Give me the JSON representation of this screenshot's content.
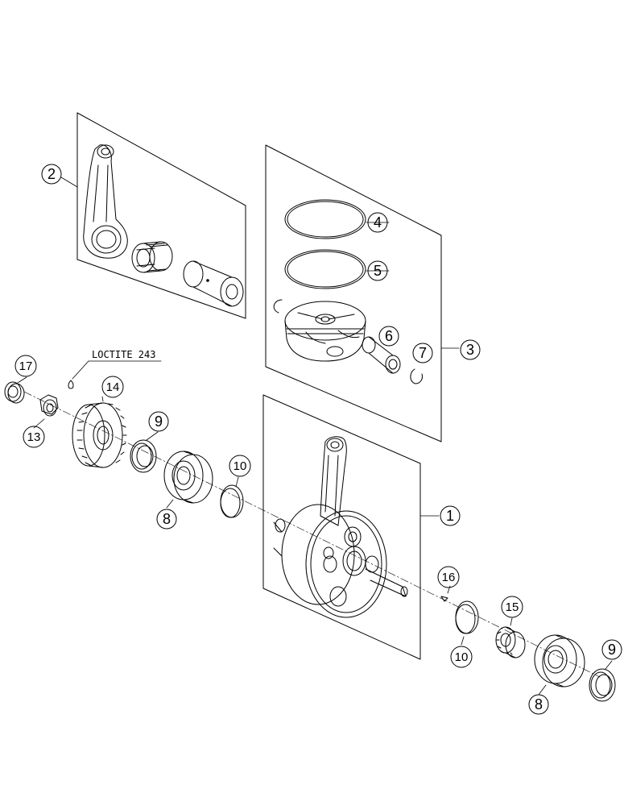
{
  "note": "LOCTITE 243",
  "callouts": {
    "c1": "1",
    "c2": "2",
    "c3": "3",
    "c4": "4",
    "c5": "5",
    "c6": "6",
    "c7": "7",
    "c8a": "8",
    "c8b": "8",
    "c9a": "9",
    "c9b": "9",
    "c10a": "10",
    "c10b": "10",
    "c13": "13",
    "c14": "14",
    "c15": "15",
    "c16": "16",
    "c17": "17"
  }
}
